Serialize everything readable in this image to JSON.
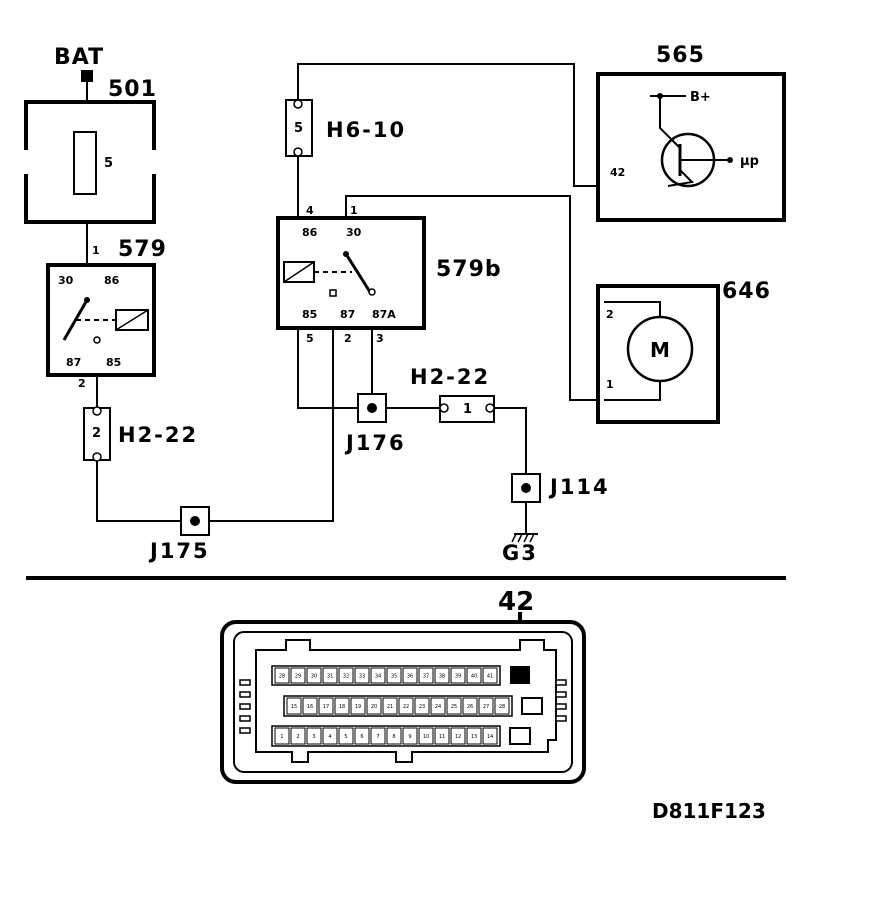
{
  "battery": {
    "label": "BAT"
  },
  "fuse_501": {
    "label": "501",
    "fuse": "5",
    "out_pin": "1"
  },
  "relay_579": {
    "label": "579",
    "pins": [
      "30",
      "86",
      "87",
      "85"
    ],
    "out_pin": "2"
  },
  "connector_h2_22_left": {
    "label": "H2-22",
    "pin": "2"
  },
  "junction_j175": {
    "label": "J175"
  },
  "connector_h6_10": {
    "label": "H6-10",
    "pin": "5"
  },
  "relay_579b": {
    "label": "579b",
    "pins": [
      "86",
      "30",
      "85",
      "87",
      "87A"
    ],
    "top_pins": [
      "4",
      "1"
    ],
    "bottom_pins": [
      "5",
      "2",
      "3"
    ]
  },
  "junction_j176": {
    "label": "J176"
  },
  "connector_h2_22_right": {
    "label": "H2-22",
    "pin": "1"
  },
  "junction_j114": {
    "label": "J114"
  },
  "ground_g3": {
    "label": "G3"
  },
  "module_565": {
    "label": "565",
    "pin": "42",
    "b_plus": "B+",
    "up": "μp"
  },
  "motor_646": {
    "label": "646",
    "symbol": "M",
    "pins": [
      "2",
      "1"
    ]
  },
  "ecu_connector": {
    "highlight_pin": "42",
    "row1": [
      "28",
      "29",
      "30",
      "31",
      "32",
      "33",
      "34",
      "35",
      "36",
      "37",
      "38",
      "39",
      "40",
      "41"
    ],
    "row2": [
      "15",
      "16",
      "17",
      "18",
      "19",
      "20",
      "21",
      "22",
      "23",
      "24",
      "25",
      "26",
      "27",
      "28"
    ],
    "row3": [
      "1",
      "2",
      "3",
      "4",
      "5",
      "6",
      "7",
      "8",
      "9",
      "10",
      "11",
      "12",
      "13",
      "14"
    ]
  },
  "figure_id": "D811F123"
}
